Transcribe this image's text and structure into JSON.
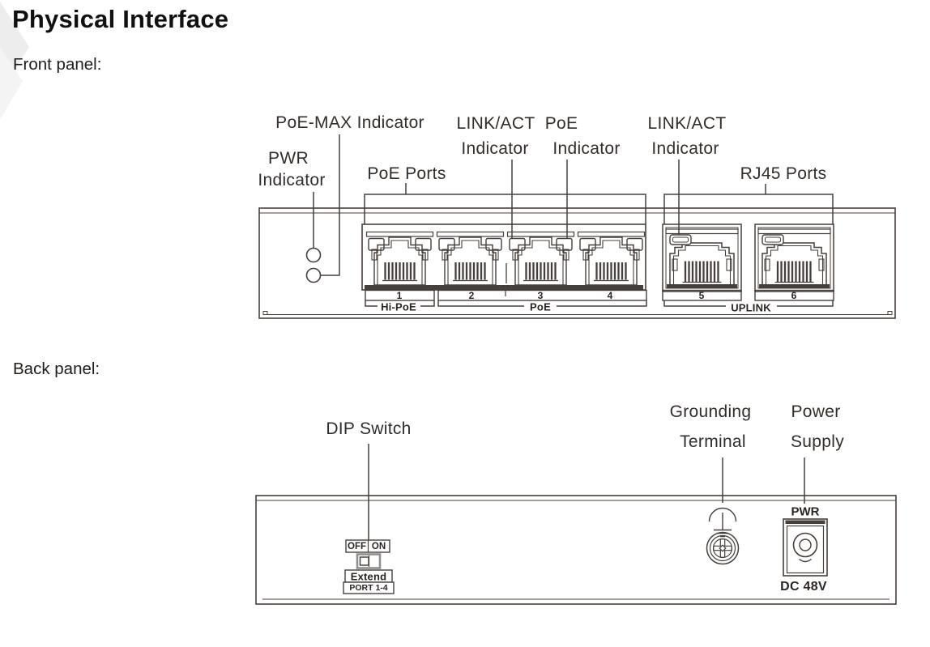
{
  "colors": {
    "line": "#473f3b",
    "label_text": "#332d29",
    "bold_text": "#2a2522",
    "heading": "#111111",
    "switch_frame": "#8f8f8f",
    "watermark": "#ededed"
  },
  "page": {
    "title": "Physical Interface",
    "front_caption": "Front panel:",
    "back_caption": "Back panel:"
  },
  "front_panel": {
    "callouts": {
      "poe_max_indicator": "PoE-MAX Indicator",
      "pwr_indicator_line1": "PWR",
      "pwr_indicator_line2": "Indicator",
      "poe_ports": "PoE Ports",
      "link_act_indicator_1_line1": "LINK/ACT",
      "link_act_indicator_1_line2": "Indicator",
      "poe_indicator_line1": "PoE",
      "poe_indicator_line2": "Indicator",
      "link_act_indicator_2_line1": "LINK/ACT",
      "link_act_indicator_2_line2": "Indicator",
      "rj45_ports": "RJ45 Ports"
    },
    "port_numbers": [
      "1",
      "2",
      "3",
      "4",
      "5",
      "6"
    ],
    "port_group_labels": {
      "hi_poe": "Hi-PoE",
      "poe": "PoE",
      "uplink": "UPLINK"
    }
  },
  "back_panel": {
    "callouts": {
      "dip_switch": "DIP Switch",
      "grounding_line1": "Grounding",
      "grounding_line2": "Terminal",
      "power_line1": "Power",
      "power_line2": "Supply"
    },
    "dip_switch": {
      "off": "OFF",
      "on": "ON",
      "extend": "Extend",
      "port_range": "PORT 1-4"
    },
    "power": {
      "label": "PWR",
      "voltage": "DC 48V"
    }
  }
}
